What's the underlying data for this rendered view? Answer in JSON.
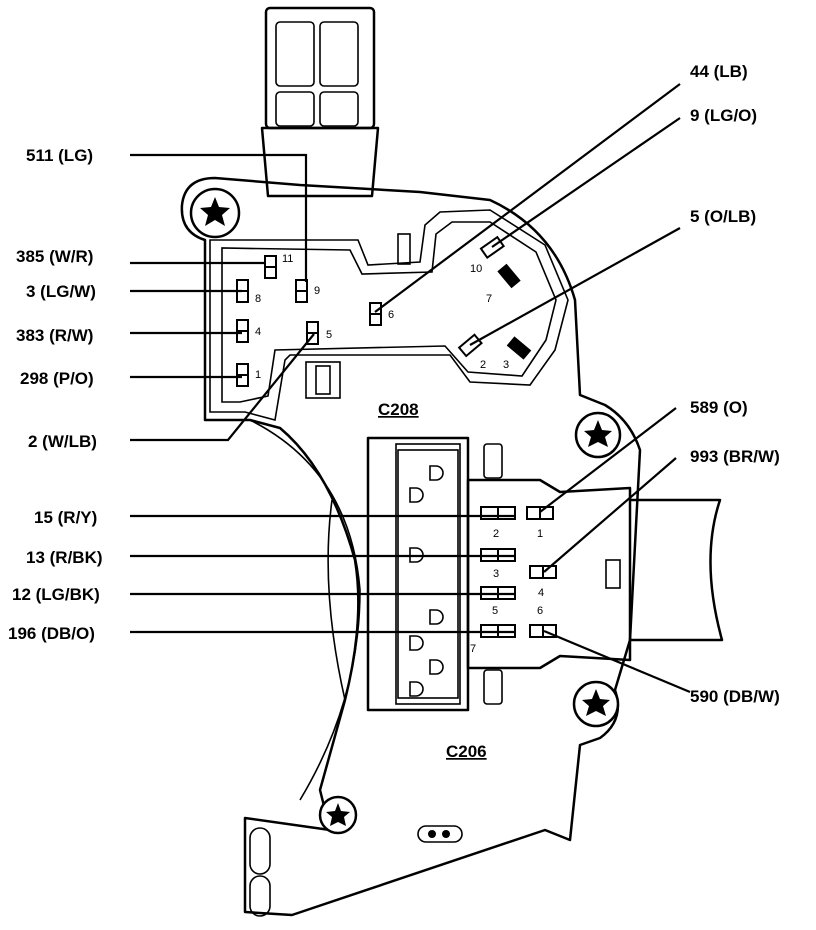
{
  "connectors": {
    "upper": "C208",
    "lower": "C206"
  },
  "wires_left": [
    {
      "label": "511 (LG)"
    },
    {
      "label": "385 (W/R)"
    },
    {
      "label": "3 (LG/W)"
    },
    {
      "label": "383 (R/W)"
    },
    {
      "label": "298 (P/O)"
    },
    {
      "label": "2 (W/LB)"
    },
    {
      "label": "15 (R/Y)"
    },
    {
      "label": "13 (R/BK)"
    },
    {
      "label": "12 (LG/BK)"
    },
    {
      "label": "196 (DB/O)"
    }
  ],
  "wires_right": [
    {
      "label": "44 (LB)"
    },
    {
      "label": "9 (LG/O)"
    },
    {
      "label": "5 (O/LB)"
    },
    {
      "label": "589 (O)"
    },
    {
      "label": "993 (BR/W)"
    },
    {
      "label": "590 (DB/W)"
    }
  ],
  "pins_c208": [
    "11",
    "8",
    "9",
    "4",
    "5",
    "1",
    "6",
    "10",
    "7",
    "2",
    "3"
  ],
  "pins_c206": [
    "2",
    "1",
    "3",
    "4",
    "5",
    "6",
    "7"
  ]
}
